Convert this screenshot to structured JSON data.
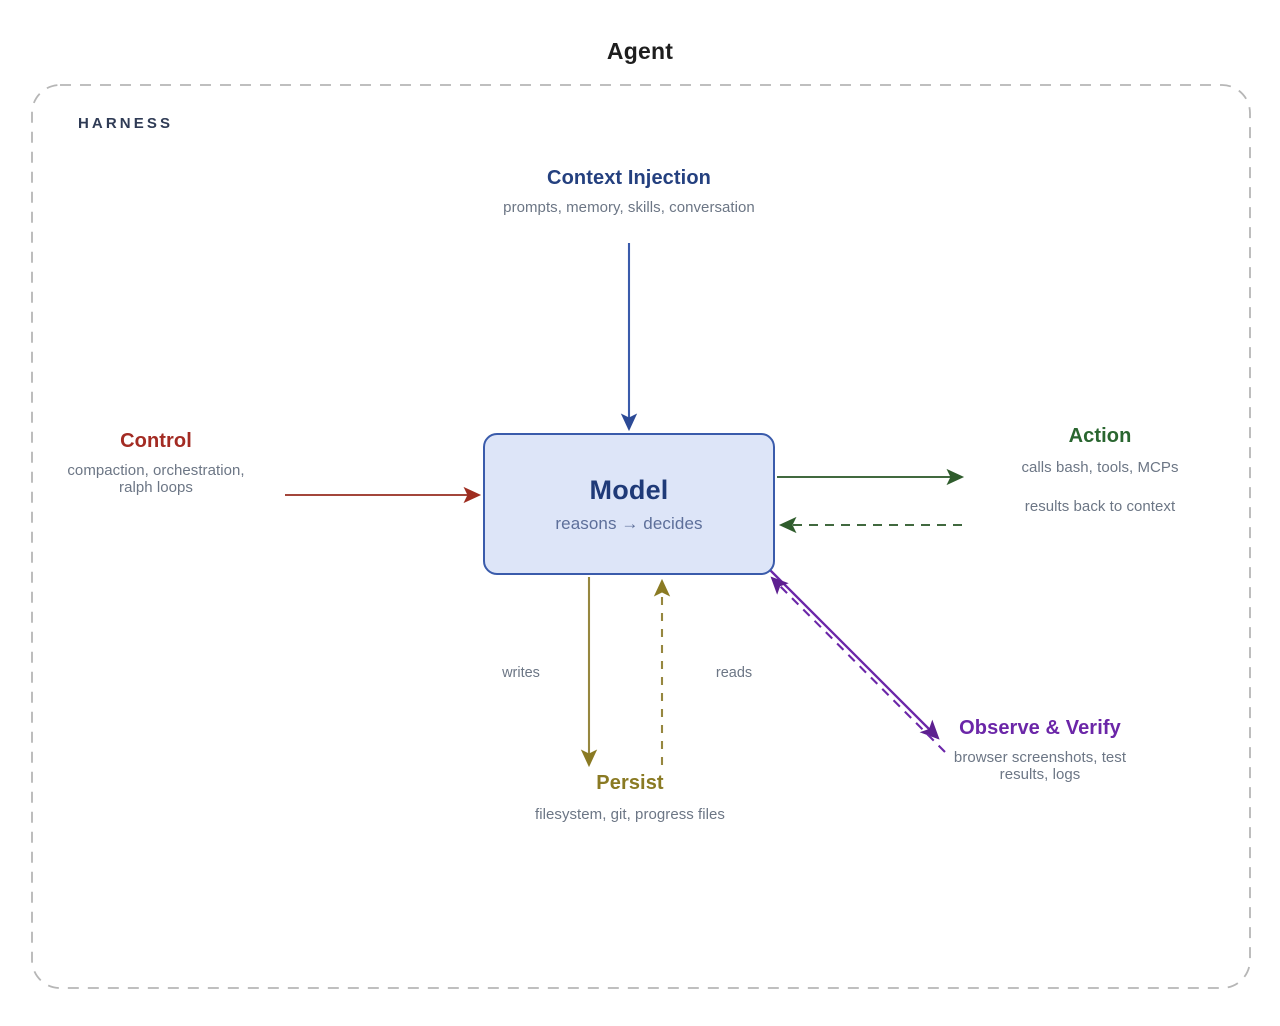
{
  "diagram": {
    "title": "Agent",
    "container_label": "HARNESS",
    "center_node": {
      "title": "Model",
      "subtitle": "reasons → decides"
    },
    "nodes": [
      {
        "key": "context_injection",
        "title": "Context Injection",
        "subtitle": "prompts, memory, skills, conversation",
        "color": "#24407f"
      },
      {
        "key": "control",
        "title": "Control",
        "subtitle_line1": "compaction, orchestration,",
        "subtitle_line2": "ralph loops",
        "color": "#a32b23"
      },
      {
        "key": "action",
        "title": "Action",
        "subtitle_line1": "calls bash, tools, MCPs",
        "subtitle_line2": "results back to context",
        "color": "#2a6630"
      },
      {
        "key": "observe_verify",
        "title": "Observe & Verify",
        "subtitle_line1": "browser screenshots, test",
        "subtitle_line2": "results, logs",
        "color": "#6b26a8"
      },
      {
        "key": "persist",
        "title": "Persist",
        "subtitle": "filesystem, git, progress files",
        "color": "#8a7a23"
      }
    ],
    "edge_labels": {
      "writes": "writes",
      "reads": "reads"
    },
    "colors": {
      "boundary": "#b6b6b6",
      "model_fill": "#dde5f8",
      "model_stroke": "#3a5bab",
      "arrow_blue": "#3a5bab",
      "arrow_red": "#a3463b",
      "arrow_green": "#41693f",
      "arrow_purple": "#6b26a8",
      "arrow_olive": "#96873f",
      "text_gray": "#6c7685"
    }
  }
}
